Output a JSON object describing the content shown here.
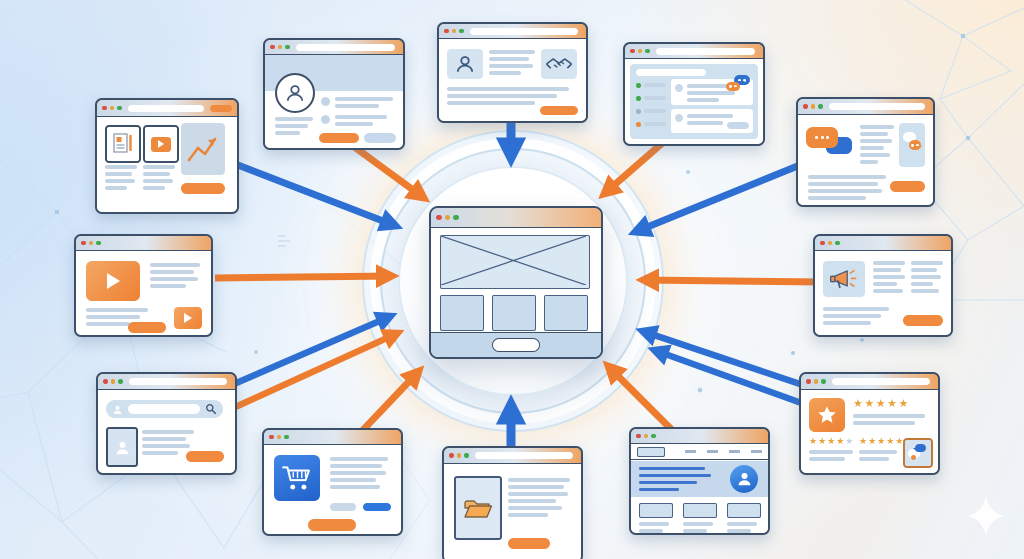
{
  "meta": {
    "type": "illustration",
    "subject": "Backlink network diagram: twelve website browser windows point blue and orange arrows toward one central website wireframe inside a glowing circle"
  },
  "palette": {
    "arrow_blue": "#2d6fd2",
    "arrow_orange": "#ee7c2f",
    "window_border": "#3d5069",
    "titlebar_gray": "#ccd9e7",
    "titlebar_orange": "#efa463",
    "dot_red": "#d94f43",
    "dot_yellow": "#e2a23c",
    "dot_green": "#3faa4f",
    "accent_orange": "#ef8a3e",
    "accent_blue": "#2f77dd",
    "panel_blue": "#cfe0ef",
    "banner_blue": "#c9dbec",
    "line_gray": "#c3d4e5",
    "star_gold": "#e8a33d",
    "star_muted": "#c3d2e2",
    "bg_left": "#d9e8f8",
    "bg_right_warm": "#fbeed8"
  },
  "center": {
    "label": "central website wireframe with hero placeholder, three columns and footer pill",
    "arrow_direction": "all arrows point inward"
  },
  "windows": [
    {
      "label": "content site with article, media folder and growth chart",
      "arrow": "blue"
    },
    {
      "label": "profile page with avatar and banner",
      "arrow": "orange"
    },
    {
      "label": "partnership page with person and handshake",
      "arrow": "blue"
    },
    {
      "label": "forum thread list with chat replies",
      "arrow": "orange"
    },
    {
      "label": "discussion page with speech bubbles",
      "arrow": "blue"
    },
    {
      "label": "video page with orange player",
      "arrow": "orange"
    },
    {
      "label": "announcement page with megaphone",
      "arrow": "orange"
    },
    {
      "label": "search results page with search bar",
      "arrow": "blue and orange"
    },
    {
      "label": "online shop with shopping cart",
      "arrow": "orange"
    },
    {
      "label": "directory page with folder",
      "arrow": "blue"
    },
    {
      "label": "company site with nav, banner and columns",
      "arrow": "orange"
    },
    {
      "label": "reviews page with star ratings",
      "arrow": "two blue"
    }
  ],
  "stars": {
    "five": "★★★★★",
    "four": "★★★★",
    "one_muted": "★"
  }
}
